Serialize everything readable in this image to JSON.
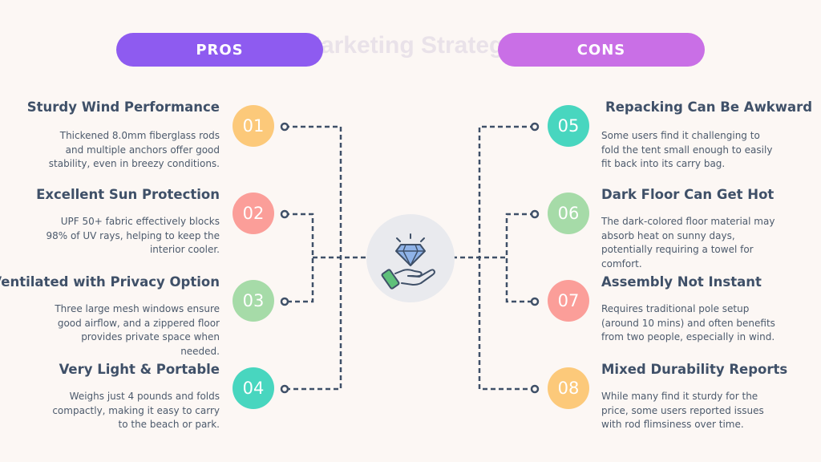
{
  "background_title": "Marketing Strategy",
  "pros_label": "PROS",
  "cons_label": "CONS",
  "colors": {
    "pros_pill": "#8e5bf0",
    "cons_pill": "#c96fe6",
    "connector": "#3f5068",
    "yellow": "#fcc97a",
    "red": "#fb9e99",
    "green": "#a6dba8",
    "teal": "#48d6bf"
  },
  "hub_icon": "diamond-hand-icon",
  "pros": [
    {
      "num": "01",
      "title": "Sturdy Wind Performance",
      "desc": "Thickened 8.0mm fiberglass rods and multiple anchors offer good stability, even in breezy conditions.",
      "color": "#fcc97a"
    },
    {
      "num": "02",
      "title": "Excellent Sun Protection",
      "desc": "UPF 50+ fabric effectively blocks 98% of UV rays, helping to keep the interior cooler.",
      "color": "#fb9e99"
    },
    {
      "num": "03",
      "title": "Ventilated with Privacy Option",
      "desc": "Three large mesh windows ensure good airflow, and a zippered floor provides private space when needed.",
      "color": "#a6dba8"
    },
    {
      "num": "04",
      "title": "Very Light & Portable",
      "desc": "Weighs just 4 pounds and folds compactly, making it easy to carry to the beach or park.",
      "color": "#48d6bf"
    }
  ],
  "cons": [
    {
      "num": "05",
      "title": "Repacking Can Be Awkward",
      "desc": "Some users find it challenging to fold the tent small enough to easily fit back into its carry bag.",
      "color": "#48d6bf"
    },
    {
      "num": "06",
      "title": "Dark Floor Can Get Hot",
      "desc": "The dark-colored floor material may absorb heat on sunny days, potentially requiring a towel for comfort.",
      "color": "#a6dba8"
    },
    {
      "num": "07",
      "title": "Assembly Not Instant",
      "desc": "Requires traditional pole setup (around 10 mins) and often benefits from two people, especially in wind.",
      "color": "#fb9e99"
    },
    {
      "num": "08",
      "title": "Mixed Durability Reports",
      "desc": "While many find it sturdy for the price, some users reported issues with rod flimsiness over time.",
      "color": "#fcc97a"
    }
  ]
}
